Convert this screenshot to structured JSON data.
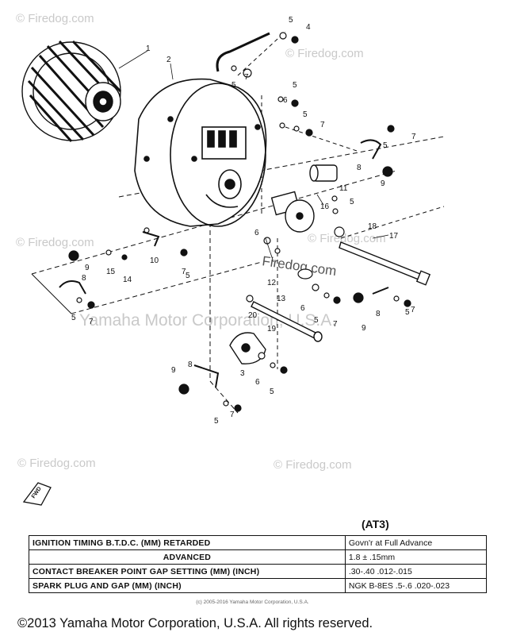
{
  "watermarks": {
    "firedog": "© Firedog.com",
    "firedog_short": "Firedog.com",
    "yamaha_band": "Yamaha Motor Corporation, U.S.A."
  },
  "callouts": [
    "1",
    "2",
    "3",
    "4",
    "5",
    "6",
    "7",
    "8",
    "9",
    "10",
    "11",
    "12",
    "13",
    "14",
    "15",
    "16",
    "17",
    "18",
    "19",
    "20"
  ],
  "model_code": "(AT3)",
  "spec_table": {
    "rows": [
      {
        "label": "IGNITION TIMING B.T.D.C. (MM) RETARDED",
        "value": "Govn'r at Full Advance"
      },
      {
        "label": "ADVANCED",
        "value": "1.8 ± .15mm"
      },
      {
        "label": "CONTACT BREAKER POINT GAP SETTING (MM) (INCH)",
        "value": ".30-.40   .012-.015"
      },
      {
        "label": "SPARK PLUG AND GAP (MM) (INCH)",
        "value": "NGK B-8ES .5-.6 .020-.023"
      }
    ]
  },
  "small_copyright": "(c) 2005-2016 Yamaha Motor Corporation, U.S.A.",
  "footer": "©2013 Yamaha Motor Corporation, U.S.A. All rights reserved."
}
